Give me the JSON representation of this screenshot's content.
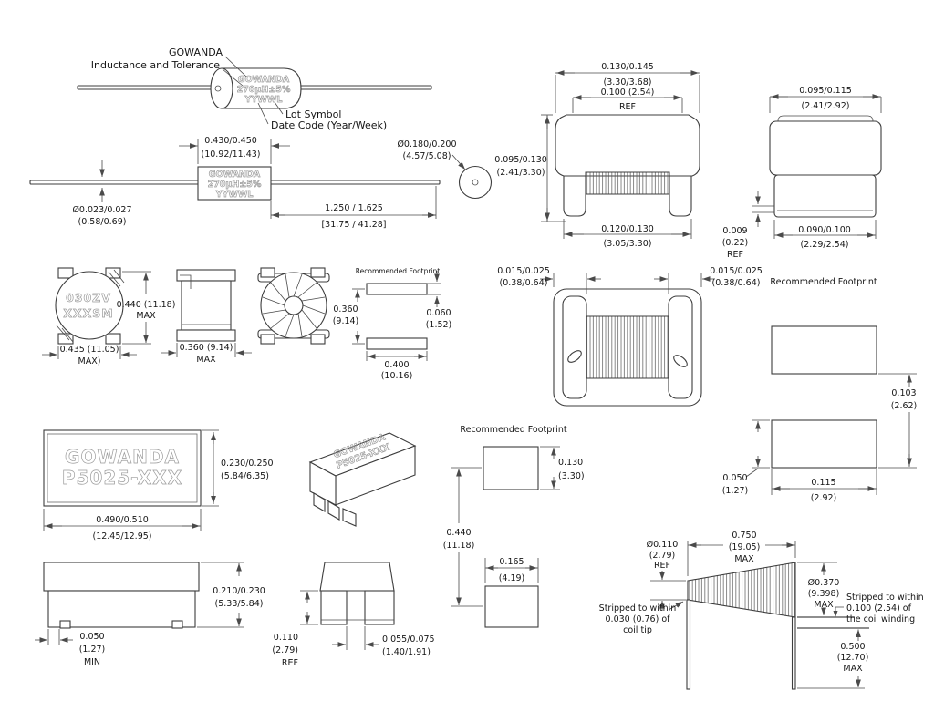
{
  "axial1": {
    "callout_brand": "GOWANDA",
    "callout_inductance": "Inductance and Tolerance",
    "callout_lot": "Lot Symbol",
    "callout_date": "Date Code (Year/Week)",
    "marking": [
      "GOWANDA",
      "270µH±5%",
      "YYWWL"
    ]
  },
  "axial2": {
    "marking": [
      "GOWANDA",
      "270µH±5%",
      "YYWWL"
    ],
    "dim_body": [
      "0.430/0.450",
      "(10.92/11.43)"
    ],
    "dim_lead_dia": [
      "Ø0.023/0.027",
      "(0.58/0.69)"
    ],
    "dim_lead_len": [
      "1.250 / 1.625",
      "[31.75 / 41.28]"
    ],
    "dim_body_dia": [
      "Ø0.180/0.200",
      "(4.57/5.08)"
    ]
  },
  "smd_front": {
    "dim_width": [
      "0.130/0.145",
      "(3.30/3.68)"
    ],
    "dim_pins": [
      "0.100 (2.54)",
      "REF"
    ],
    "dim_height": [
      "0.095/0.130",
      "(2.41/3.30)"
    ],
    "dim_base": [
      "0.120/0.130",
      "(3.05/3.30)"
    ]
  },
  "smd_side": {
    "dim_width": [
      "0.095/0.115",
      "(2.41/2.92)"
    ],
    "dim_lip": [
      "0.009",
      "(0.22)",
      "REF"
    ],
    "dim_base": [
      "0.090/0.100",
      "(2.29/2.54)"
    ]
  },
  "toroid": {
    "marking": [
      "030ZV",
      "XXXSM"
    ],
    "dim_height": [
      "0.440 (11.18)",
      "MAX"
    ],
    "dim_width": [
      "0.435 (11.05)",
      "MAX)"
    ],
    "dim_depth": [
      "0.360 (9.14)",
      "MAX"
    ]
  },
  "fp1": {
    "title": "Recommended Footprint",
    "dim_gap": [
      "0.360",
      "(9.14)"
    ],
    "dim_pad_h": [
      "0.060",
      "(1.52)"
    ],
    "dim_pad_w": [
      "0.400",
      "(10.16)"
    ]
  },
  "bobbin": {
    "dim_left": [
      "0.015/0.025",
      "(0.38/0.64)"
    ],
    "dim_right": [
      "0.015/0.025",
      "(0.38/0.64)"
    ]
  },
  "fp2": {
    "title": "Recommended Footprint",
    "dim_gap": [
      "0.103",
      "(2.62)"
    ],
    "dim_pad_h": [
      "0.050",
      "(1.27)"
    ],
    "dim_pad_w": [
      "0.115",
      "(2.92)"
    ]
  },
  "p5025": {
    "marking": [
      "GOWANDA",
      "P5025-XXX"
    ],
    "dim_height": [
      "0.230/0.250",
      "(5.84/6.35)"
    ],
    "dim_width": [
      "0.490/0.510",
      "(12.45/12.95)"
    ]
  },
  "p3d": {
    "marking": [
      "GOWANDA",
      "P5025-XXX"
    ]
  },
  "fp3": {
    "title": "Recommended Footprint",
    "dim_pad_h": [
      "0.130",
      "(3.30)"
    ],
    "dim_span": [
      "0.440",
      "(11.18)"
    ],
    "dim_pad_w": [
      "0.165",
      "(4.19)"
    ]
  },
  "pside": {
    "dim_height": [
      "0.210/0.230",
      "(5.33/5.84)"
    ],
    "dim_foot": [
      "0.050",
      "(1.27)",
      "MIN"
    ]
  },
  "pend": {
    "dim_wall": [
      "0.110",
      "(2.79)",
      "REF"
    ],
    "dim_slot": [
      "0.055/0.075",
      "(1.40/1.91)"
    ]
  },
  "cone": {
    "dim_length": [
      "0.750",
      "(19.05)",
      "MAX"
    ],
    "dim_tip": [
      "Ø0.110",
      "(2.79)",
      "REF"
    ],
    "note_tip": [
      "Stripped to within",
      "0.030 (0.76) of",
      "coil tip"
    ],
    "dim_big_end": [
      "Ø0.370",
      "(9.398)",
      "MAX"
    ],
    "note_winding": [
      "Stripped to within",
      "0.100 (2.54) of",
      "the coil winding"
    ],
    "dim_lead": [
      "0.500",
      "(12.70)",
      "MAX"
    ]
  }
}
